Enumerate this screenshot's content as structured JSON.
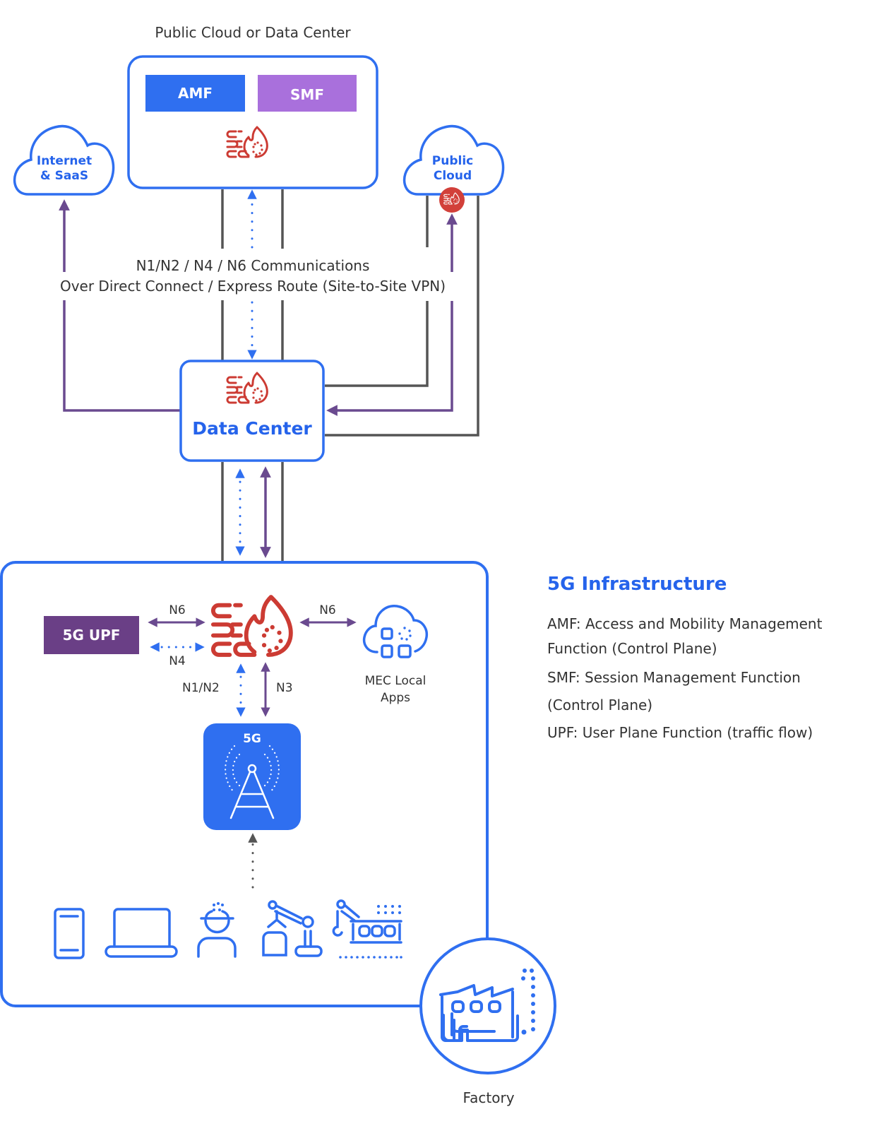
{
  "colors": {
    "blue": "#2f6ff0",
    "purple_box": "#a970dc",
    "upf_box": "#6a3f86",
    "red": "#cc3b33",
    "gray_line": "#555555",
    "purple_line": "#6a4a8f"
  },
  "top_box": {
    "title": "Public Cloud or Data Center",
    "amf_label": "AMF",
    "smf_label": "SMF",
    "icon": "firewall-icon"
  },
  "clouds": {
    "internet": {
      "line1": "Internet",
      "line2": "& SaaS"
    },
    "public": {
      "line1": "Public",
      "line2": "Cloud",
      "badge_icon": "firewall-icon"
    }
  },
  "link_caption": {
    "line1": "N1/N2 / N4 / N6 Communications",
    "line2": "Over Direct Connect / Express Route (Site-to-Site VPN)"
  },
  "data_center": {
    "title": "Data Center",
    "icon": "firewall-icon"
  },
  "factory_site": {
    "upf_label": "5G UPF",
    "n6_left": "N6",
    "n4_left": "N4",
    "n6_right": "N6",
    "n1n2": "N1/N2",
    "n3": "N3",
    "mec_line1": "MEC Local",
    "mec_line2": "Apps",
    "tower_label": "5G",
    "devices": [
      "phone-icon",
      "laptop-icon",
      "worker-icon",
      "robot-arm-icon",
      "assembly-line-icon"
    ],
    "factory_label": "Factory"
  },
  "legend": {
    "title": "5G Infrastructure",
    "items": [
      "AMF: Access and Mobility Management",
      "Function (Control Plane)",
      "SMF: Session Management Function",
      "(Control Plane)",
      "UPF: User Plane Function (traffic flow)"
    ]
  }
}
